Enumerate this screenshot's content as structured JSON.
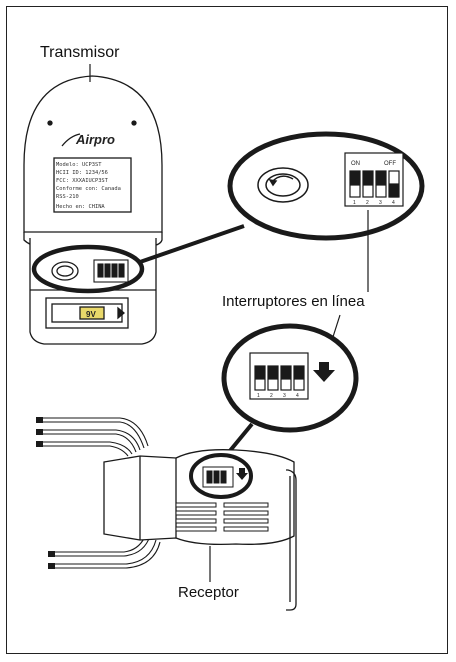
{
  "labels": {
    "transmitter": "Transmisor",
    "inline_switches": "Interruptores en línea",
    "receiver": "Receptor"
  },
  "transmitter_label_lines": [
    "Modelo: UCP3ST",
    "HCII ID: 1234/56",
    "FCC: XXXAIUCP3ST",
    "Conforme con: Canada",
    "RSS-210",
    "Hecho en: CHINA"
  ],
  "brand": "Airpro",
  "battery_text": "9V",
  "dip_switch": {
    "top_label_on": "ON",
    "top_label_off": "OFF",
    "numbers": [
      "1",
      "2",
      "3",
      "4"
    ]
  },
  "colors": {
    "line": "#1a1a1a",
    "fill": "#ffffff",
    "battery": "#e9d86a"
  }
}
